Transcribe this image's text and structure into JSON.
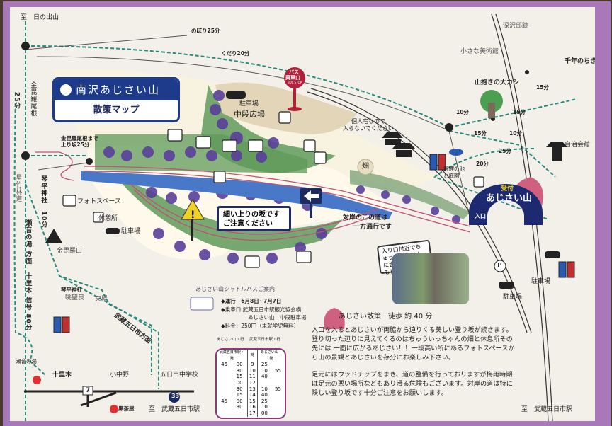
{
  "title": {
    "name": "南沢あじさい山",
    "subtitle": "散策マップ"
  },
  "top_left": {
    "to_hinodeyama": "至　日の出山",
    "nobori": "のぼり25分",
    "kudari": "くだり20分",
    "time_25": "25分",
    "konpira_ridge": "金毘羅尾根",
    "ridge_note_1": "金毘羅尾根まで",
    "ridge_note_2": "上り坂25分"
  },
  "left": {
    "kotohira_10": "琴平神社　10分",
    "hoshitake": "星竹林道",
    "seonoyu_dir": "瀬音の湯 方面",
    "jurigi_80": "十里木 信号 80分",
    "konpirasan": "金毘羅山",
    "kotohira": "琴平神社",
    "view": "眺望良",
    "azumaya": "東屋",
    "itsukaichi_dir": "武蔵五日市方面"
  },
  "legend": {
    "photo": "フォトスペース",
    "rest": "休憩所",
    "parking": "駐車場"
  },
  "bottom_left": {
    "seonoyu": "瀬音の湯",
    "jurigi": "十里木",
    "konakano": "小中野",
    "school": "五日市中学校",
    "route33": "33",
    "route7": "7",
    "kurochaya": "黒茶屋",
    "to_station": "至　武蔵五日市駅"
  },
  "center": {
    "parking": "駐車場",
    "middle_plaza": "中段広場",
    "bus_stop_1": "バス",
    "bus_stop_2": "乗車口",
    "bus_stop_3": "BUS STOP",
    "private_1": "個人宅なので",
    "private_2": "入らないでください",
    "field": "畑",
    "pond_1": "錦鯉の池",
    "pond_2": "と庭園",
    "warn_1": "細い上りの坂です",
    "warn_2": "ご注意ください",
    "oneway_1": "対岸のこの道は",
    "oneway_2": "一方通行です"
  },
  "entrance": {
    "reception": "受付",
    "name": "あじさい山",
    "entrance": "入口",
    "bubble": "入り口付近でちゅういっちゃんに会えるかも！！",
    "p": "P",
    "parking_1": "駐車場",
    "parking_2": "駐車場"
  },
  "top_right": {
    "fukasawa": "深沢邸跡",
    "museum": "小さな美術館",
    "cedar": "千年のちぎり杉",
    "oak": "山抱きの大カシ",
    "t10a": "10分",
    "t15a": "15分",
    "t15b": "15分",
    "t10b": "10分",
    "t15c": "15分",
    "hall": "自治会館",
    "t25": "25分",
    "t20": "20分",
    "to_station": "至　武蔵五日市駅"
  },
  "bus": {
    "title": "あじさい山シャトルバスご案内",
    "period": "◆運行　6月8日~7月7日",
    "stop_1": "◆乗車口 武蔵五日市駅観光協会横",
    "stop_2": "あじさい山　中段駐車場",
    "fare": "◆料金：250円（未就学児無料）",
    "head_left": "あじさい山・行",
    "head_right": "武蔵五日市駅・行",
    "sub_left": "武蔵五日市駅・発",
    "sub_hour": "時",
    "sub_right": "あじさい山・発",
    "rows": [
      [
        "45",
        "00",
        "9",
        "25",
        ""
      ],
      [
        "",
        "30",
        "10",
        "10",
        "55"
      ],
      [
        "",
        "15",
        "11",
        "40",
        ""
      ],
      [
        "",
        "00",
        "12",
        "",
        ""
      ],
      [
        "",
        "30",
        "13",
        "10",
        "55"
      ],
      [
        "",
        "15",
        "14",
        "40",
        ""
      ],
      [
        "45",
        "00",
        "15",
        "25",
        ""
      ],
      [
        "",
        "30",
        "16",
        "10",
        ""
      ],
      [
        "",
        "",
        "17",
        "00",
        ""
      ]
    ]
  },
  "walk": {
    "heading": "あじさい散策　徒歩 約 40 分",
    "p1": "入口を入るとあじさいが両脇から迫りくる美しい登り坂が続きます。登り切った辺りに見えてくるのはちゅういっちゃんの畑と休息所その先には 一面に広がるあじさい！！一段高い所にあるフォトスペースから山の景観とあじさいを存分にお楽しみ下さい。",
    "p2": "足元にはウッドチップをまき、道の整備を行っておりますが梅雨時期は足元の悪い場所などもあり滑る危険もございます。対岸の道は特に険しい登り坂です十分ご注意をお願いします。"
  },
  "colors": {
    "navy": "#1e3a8a",
    "purple_frame": "#a978b8",
    "hydrangea": "#5a3f9a",
    "leaf": "#5f9a5a",
    "path_teal": "#2a8a80",
    "road_pink": "#c0507a"
  }
}
